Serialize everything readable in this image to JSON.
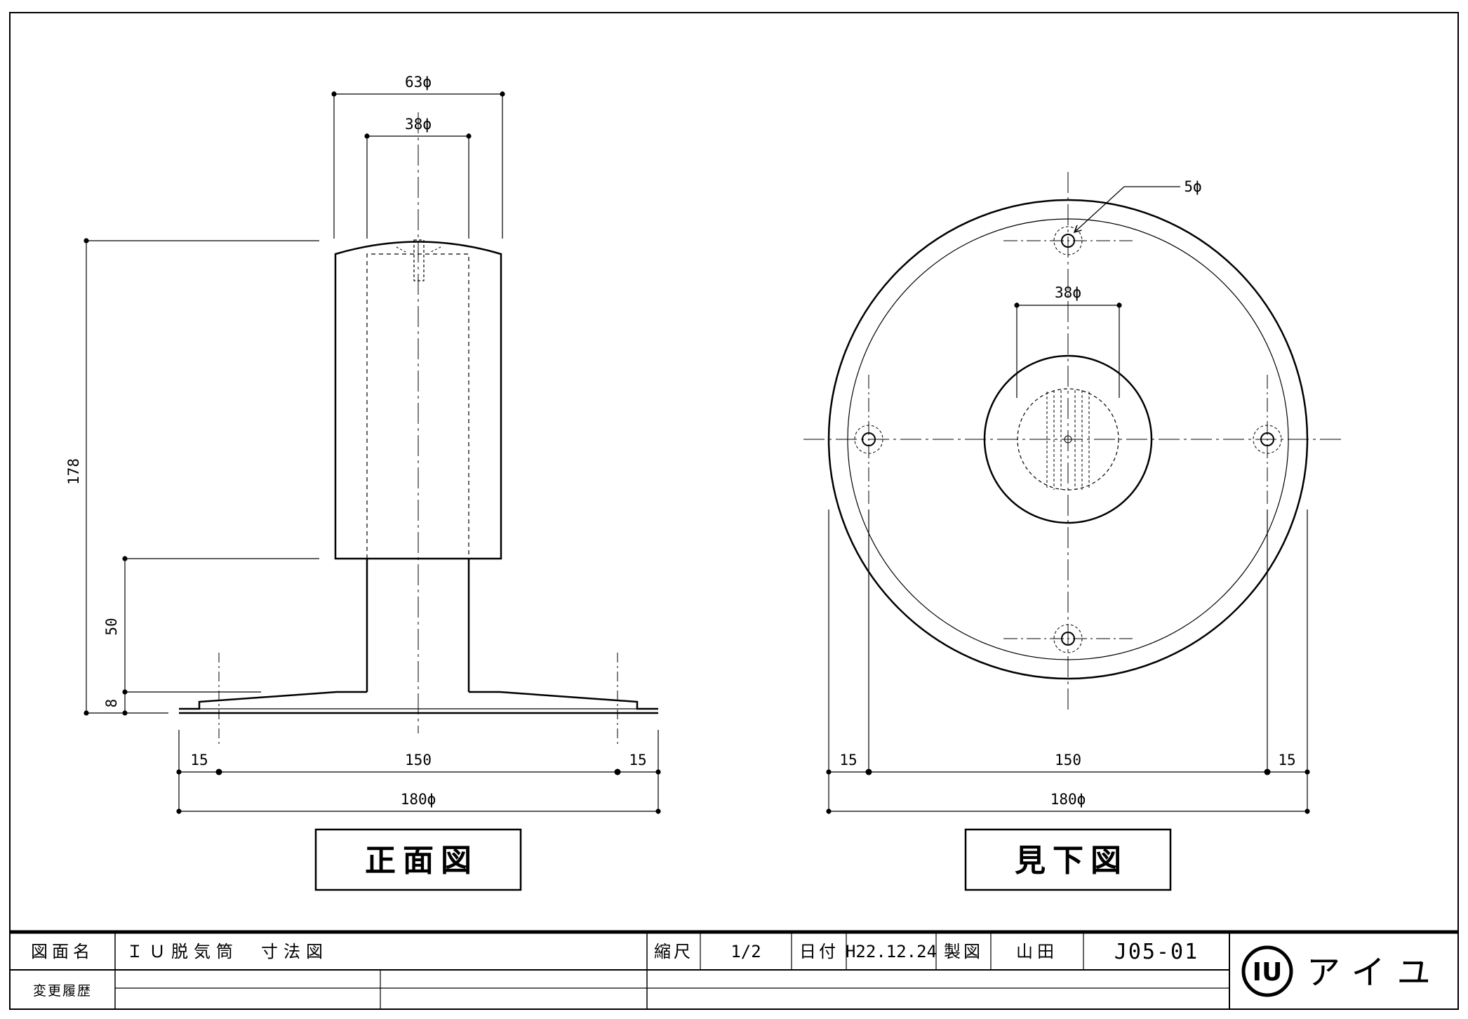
{
  "front_view": {
    "label": "正面図",
    "dims": {
      "outer_diameter": "63ϕ",
      "inner_diameter": "38ϕ",
      "total_height": "178",
      "stem_height": "50",
      "base_height": "8",
      "bolt_offset_left": "15",
      "bolt_pitch": "150",
      "bolt_offset_right": "15",
      "base_diameter": "180ϕ"
    }
  },
  "bottom_view": {
    "label": "見下図",
    "dims": {
      "hole_diameter": "5ϕ",
      "inner_diameter": "38ϕ",
      "bolt_offset_left": "15",
      "bolt_pitch": "150",
      "bolt_offset_right": "15",
      "base_diameter": "180ϕ"
    }
  },
  "title_block": {
    "drawing_name_label": "図面名",
    "drawing_name": "ＩＵ脱気筒　寸法図",
    "scale_label": "縮尺",
    "scale": "1/2",
    "date_label": "日付",
    "date": "H22.12.24",
    "drafter_label": "製図",
    "drafter": "山田",
    "drawing_number": "J05-01",
    "revision_label": "変更履歴",
    "company_logo": "IU",
    "company": "アイユ"
  }
}
